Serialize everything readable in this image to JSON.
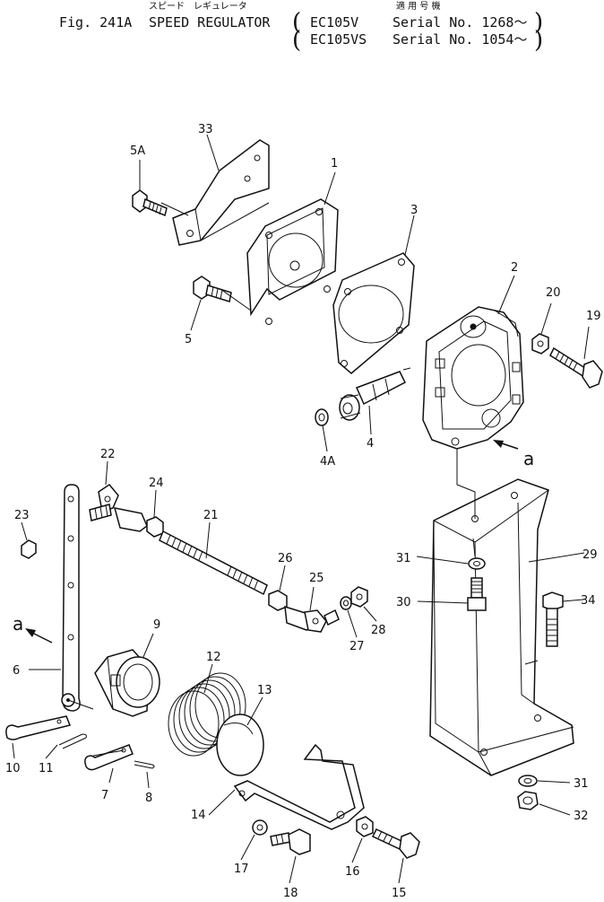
{
  "header": {
    "fig": "Fig. 241A",
    "title": "SPEED REGULATOR",
    "title_jp": "スピード　レギュレータ",
    "applicable_jp": "適 用 号 機",
    "models": [
      {
        "model": "EC105V",
        "serial": "Serial No. 1268～"
      },
      {
        "model": "EC105VS",
        "serial": "Serial No. 1054～"
      }
    ]
  },
  "callouts": {
    "c1": "1",
    "c2": "2",
    "c3": "3",
    "c4": "4",
    "c4A": "4A",
    "c5": "5",
    "c5A": "5A",
    "c6": "6",
    "c7": "7",
    "c8": "8",
    "c9": "9",
    "c10": "10",
    "c11": "11",
    "c12": "12",
    "c13": "13",
    "c14": "14",
    "c15": "15",
    "c16": "16",
    "c17": "17",
    "c18": "18",
    "c19": "19",
    "c20": "20",
    "c21": "21",
    "c22": "22",
    "c23": "23",
    "c24": "24",
    "c25": "25",
    "c26": "26",
    "c27": "27",
    "c28": "28",
    "c29": "29",
    "c30": "30",
    "c31a": "31",
    "c31b": "31",
    "c32": "32",
    "c33": "33",
    "c34": "34",
    "view_a1": "a",
    "view_a2": "a"
  }
}
